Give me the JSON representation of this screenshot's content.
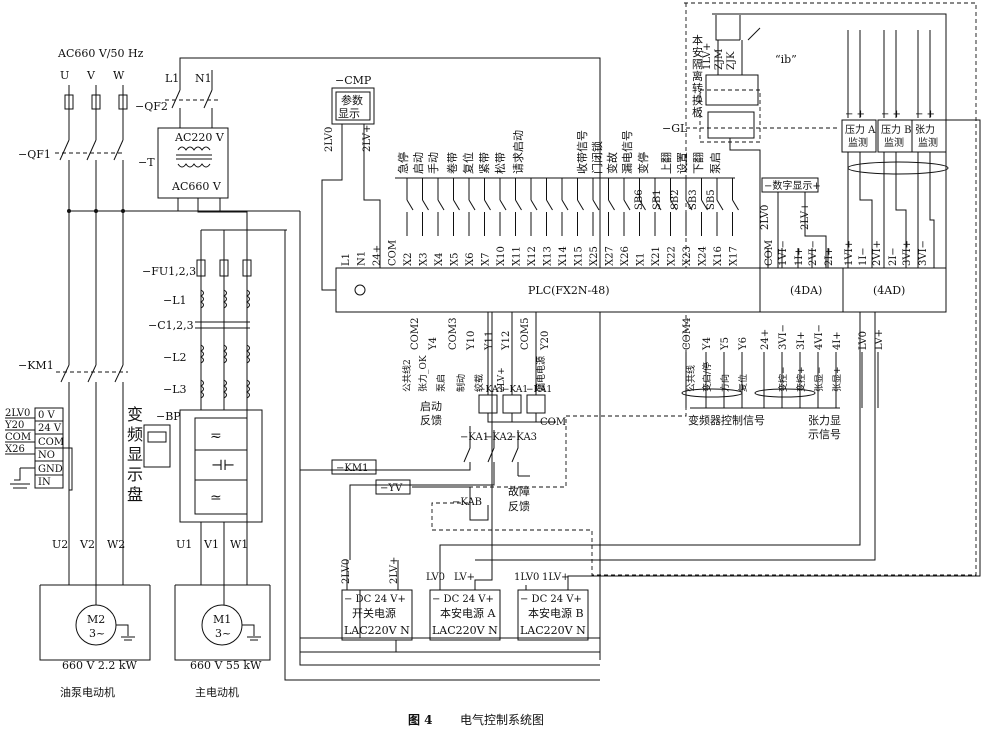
{
  "supply": {
    "main": "AC660 V/50 Hz",
    "phases": [
      "U",
      "V",
      "W"
    ],
    "single": [
      "L1",
      "N1"
    ]
  },
  "breakers": {
    "qf1": "−QF1",
    "qf2": "−QF2",
    "km1": "−KM1"
  },
  "transformer": {
    "id": "−T",
    "primary": "AC220 V",
    "secondary": "AC660 V"
  },
  "filter": {
    "fuses": "−FU1,2,3",
    "l1": "−L1",
    "caps": "−C1,2,3",
    "l2": "−L2",
    "l3": "−L3"
  },
  "bp": {
    "id": "−BP",
    "label": [
      "变",
      "频",
      "显",
      "示",
      "盘"
    ]
  },
  "oil_motor": {
    "terms": [
      "U2",
      "V2",
      "W2"
    ],
    "id": "M2",
    "phase": "3~",
    "rating": "660 V 2.2 kW",
    "caption": "油泵电动机"
  },
  "main_motor": {
    "terms": [
      "U1",
      "V1",
      "W1"
    ],
    "id": "M1",
    "phase": "3~",
    "rating": "660 V 55 kW",
    "caption": "主电动机"
  },
  "display_conn": {
    "left": [
      "2LV0",
      "Y20",
      "COM",
      "X26"
    ],
    "right": [
      "0 V",
      "24 V",
      "COM",
      "NO",
      "GND",
      "IN"
    ]
  },
  "cmp": {
    "id": "−CMP",
    "l1": "参数",
    "l2": "显示",
    "t1": "2LV0",
    "t2": "2LV+"
  },
  "inputs": {
    "labels": [
      "急停",
      "启动",
      "手动",
      "卷带",
      "复位",
      "紧带",
      "松带",
      "请求启动",
      "收带信号",
      "门闭锁",
      "变故",
      "漏电信号",
      "变停",
      "上翻",
      "设置",
      "下翻",
      "泵启"
    ],
    "sb": [
      "SB6",
      "SB1",
      "SB2",
      "SB3",
      "SB5"
    ],
    "terms": [
      "L1",
      "N1",
      "24+",
      "COM",
      "X2",
      "X3",
      "X4",
      "X5",
      "X6",
      "X7",
      "X10",
      "X11",
      "X12",
      "X13",
      "X14",
      "X15",
      "X25",
      "X27",
      "X26",
      "X1",
      "X21",
      "X22",
      "X23",
      "X24",
      "X16",
      "X17"
    ]
  },
  "plc": {
    "name": "PLC(FX2N-48)",
    "da": "(4DA)",
    "ad": "(4AD)"
  },
  "da_terms": [
    "COM",
    "1VI−",
    "1I+",
    "2VI−",
    "2I+"
  ],
  "ad_terms": [
    "1VI+",
    "1I−",
    "2VI+",
    "2I−",
    "3VI+",
    "3VI−"
  ],
  "outputs_left": {
    "terms": [
      "COM2",
      "Y4",
      "COM3",
      "Y10",
      "Y11",
      "Y12",
      "COM5",
      "Y20"
    ],
    "labels": [
      "公共线2",
      "张力_OK",
      "泵启",
      "制动",
      "绞载",
      "2LV+",
      "漏电电源"
    ],
    "caption": [
      "启动",
      "反馈"
    ]
  },
  "outputs_right": {
    "terms": [
      "COM4",
      "Y4",
      "Y5",
      "Y6",
      "24+",
      "3VI−",
      "3I+",
      "4VI−",
      "4I+",
      "LV0",
      "LV+"
    ],
    "labels": [
      "公共线",
      "变启/停",
      "方向",
      "复位",
      "变控−",
      "变控+",
      "张显−",
      "张显+"
    ],
    "caption1": "变频器控制信号",
    "caption2": [
      "张力显",
      "示信号"
    ]
  },
  "relays": {
    "ka1": "−KA1",
    "ka2": "−KA2",
    "ka3": "−KA3",
    "km1": "−KM1",
    "yv": "−YV",
    "kab": "−KAB",
    "com": "COM",
    "fault": [
      "故障",
      "反馈"
    ]
  },
  "display_box": {
    "label": "−数字显示+",
    "t1": "2LV0",
    "t2": "2LV+"
  },
  "ib": {
    "title": [
      "本",
      "安",
      "隔",
      "离",
      "转",
      "换",
      "板"
    ],
    "sym": "“ib”",
    "t1": "1LV+",
    "t2": "ZJM",
    "t3": "ZJK",
    "gl": "−GL"
  },
  "sensors": [
    {
      "l1": "压力 A",
      "l2": "监测"
    },
    {
      "l1": "压力 B",
      "l2": "监测"
    },
    {
      "l1": "张力",
      "l2": "监测"
    }
  ],
  "psu": [
    {
      "t0": "2LV0",
      "t1": "2LV+",
      "l1": "− DC 24 V+",
      "l2": "开关电源",
      "l3": "LAC220V N"
    },
    {
      "t0": "LV0",
      "t1": "LV+",
      "l1": "− DC 24 V+",
      "l2": "本安电源 A",
      "l3": "LAC220V N"
    },
    {
      "t0": "1LV0",
      "t1": "1LV+",
      "l1": "− DC 24 V+",
      "l2": "本安电源 B",
      "l3": "LAC220V N"
    }
  ],
  "figure": {
    "num": "图 4",
    "title": "电气控制系统图"
  }
}
